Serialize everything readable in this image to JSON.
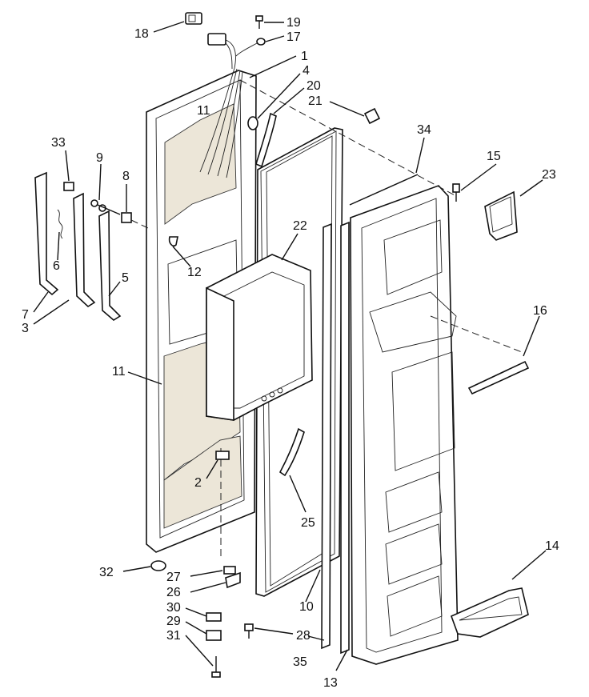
{
  "labels": {
    "l18": "18",
    "l19": "19",
    "l17": "17",
    "l1": "1",
    "l4": "4",
    "l20": "20",
    "l21": "21",
    "l11a": "11",
    "l33": "33",
    "l9": "9",
    "l8": "8",
    "l34": "34",
    "l15": "15",
    "l23": "23",
    "l22": "22",
    "l12": "12",
    "l6": "6",
    "l5": "5",
    "l7": "7",
    "l3": "3",
    "l16": "16",
    "l11b": "11",
    "l2": "2",
    "l25": "25",
    "l14": "14",
    "l32": "32",
    "l27": "27",
    "l26": "26",
    "l30": "30",
    "l29": "29",
    "l31": "31",
    "l28": "28",
    "l10": "10",
    "l35": "35",
    "l13": "13"
  }
}
